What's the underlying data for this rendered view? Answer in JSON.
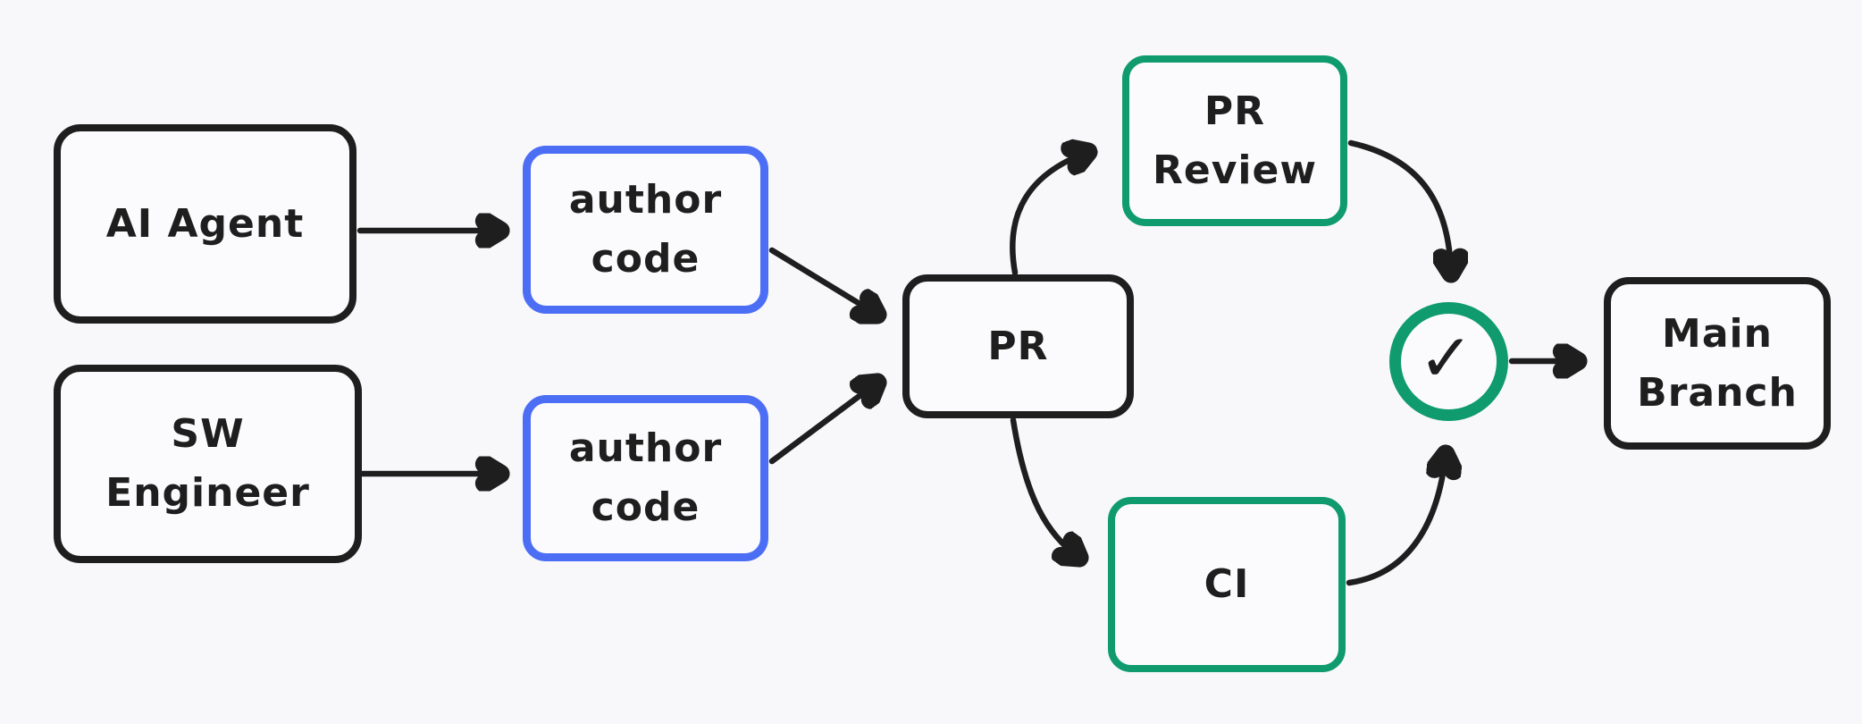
{
  "colors": {
    "background": "#f8f8fb",
    "stroke_dark": "#1e1e1e",
    "accent_blue": "#4c6ef5",
    "accent_green": "#0f9b6e"
  },
  "nodes": {
    "ai_agent": {
      "label": "AI Agent"
    },
    "sw_engineer": {
      "label": "SW\nEngineer"
    },
    "author_code_top": {
      "label": "author\ncode"
    },
    "author_code_bottom": {
      "label": "author\ncode"
    },
    "pr": {
      "label": "PR"
    },
    "pr_review": {
      "label": "PR\nReview"
    },
    "ci": {
      "label": "CI"
    },
    "check_gate": {
      "icon": "✓"
    },
    "main_branch": {
      "label": "Main\nBranch"
    }
  },
  "edges": [
    {
      "from": "ai_agent",
      "to": "author_code_top"
    },
    {
      "from": "sw_engineer",
      "to": "author_code_bottom"
    },
    {
      "from": "author_code_top",
      "to": "pr"
    },
    {
      "from": "author_code_bottom",
      "to": "pr"
    },
    {
      "from": "pr",
      "to": "pr_review"
    },
    {
      "from": "pr",
      "to": "ci"
    },
    {
      "from": "pr_review",
      "to": "check_gate"
    },
    {
      "from": "ci",
      "to": "check_gate"
    },
    {
      "from": "check_gate",
      "to": "main_branch"
    }
  ]
}
